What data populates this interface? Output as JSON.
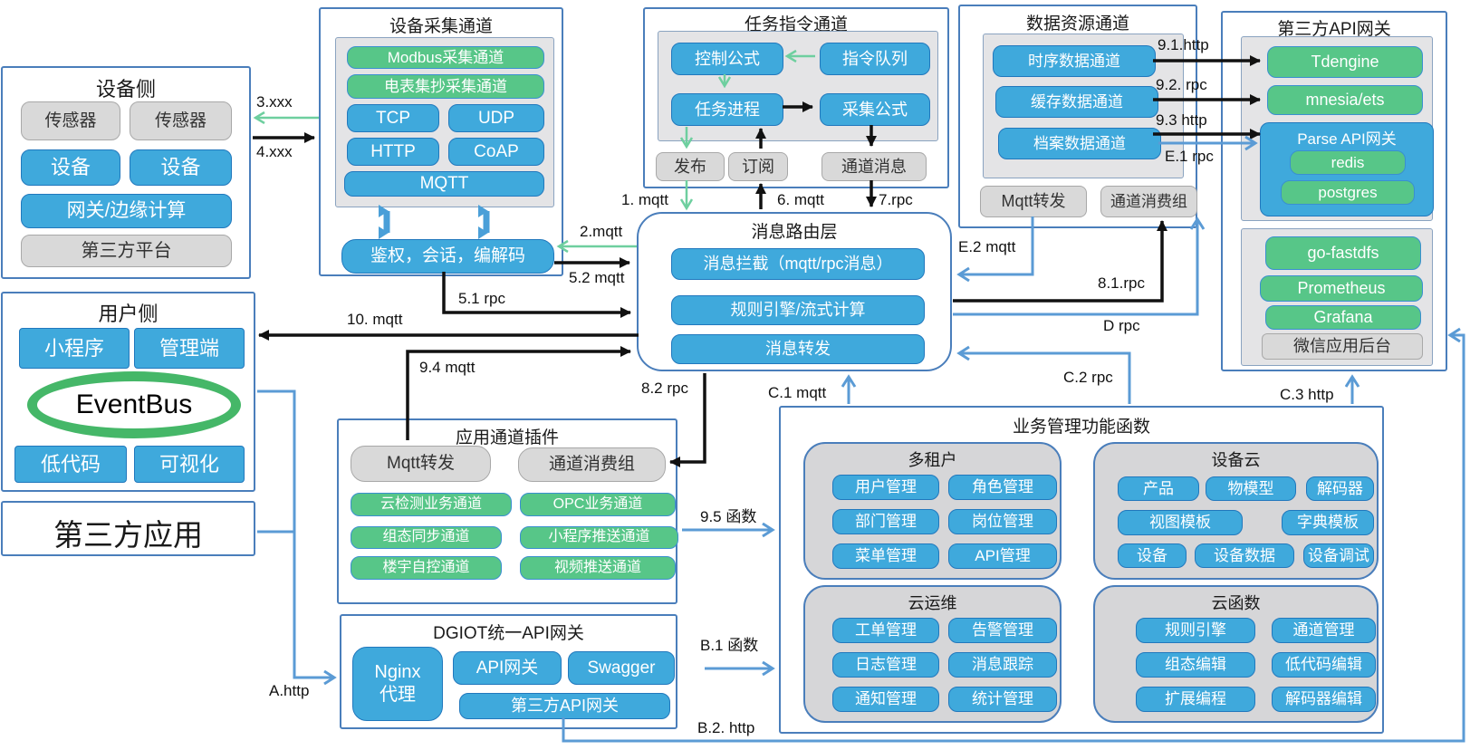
{
  "colors": {
    "node_blue": "#3fa9dc",
    "node_green": "#57c688",
    "node_gray": "#d9d9d9",
    "arrow_black": "#111111",
    "arrow_green": "#6ecf9f",
    "arrow_blue": "#5b9bd5",
    "border_blue": "#4a7ebb"
  },
  "device_side": {
    "title": "设备侧",
    "sensor1": "传感器",
    "sensor2": "传感器",
    "device1": "设备",
    "device2": "设备",
    "gateway": "网关/边缘计算",
    "platform": "第三方平台"
  },
  "collect": {
    "title": "设备采集通道",
    "modbus": "Modbus采集通道",
    "meter": "电表集抄采集通道",
    "tcp": "TCP",
    "udp": "UDP",
    "http": "HTTP",
    "coap": "CoAP",
    "mqtt": "MQTT",
    "auth": "鉴权，会话，编解码"
  },
  "task": {
    "title": "任务指令通道",
    "control": "控制公式",
    "queue": "指令队列",
    "process": "任务进程",
    "formula": "采集公式",
    "publish": "发布",
    "subscribe": "订阅",
    "channel_msg": "通道消息"
  },
  "datares": {
    "title": "数据资源通道",
    "ts": "时序数据通道",
    "cache": "缓存数据通道",
    "archive": "档案数据通道",
    "mqtt_fwd": "Mqtt转发",
    "consumer": "通道消费组"
  },
  "gw3": {
    "title": "第三方API网关",
    "tdengine": "Tdengine",
    "mnesia": "mnesia/ets",
    "parse": "Parse API网关",
    "redis": "redis",
    "postgres": "postgres",
    "fastdfs": "go-fastdfs",
    "prometheus": "Prometheus",
    "grafana": "Grafana",
    "wechat": "微信应用后台"
  },
  "router": {
    "title": "消息路由层",
    "intercept": "消息拦截（mqtt/rpc消息）",
    "rules": "规则引擎/流式计算",
    "forward": "消息转发"
  },
  "user_side": {
    "title": "用户侧",
    "mini": "小程序",
    "admin": "管理端",
    "eventbus": "EventBus",
    "lowcode": "低代码",
    "visual": "可视化"
  },
  "third_app": {
    "title": "第三方应用"
  },
  "plugin": {
    "title": "应用通道插件",
    "mqtt_fwd": "Mqtt转发",
    "consumer": "通道消费组",
    "detect": "云检测业务通道",
    "opc": "OPC业务通道",
    "sync": "组态同步通道",
    "mini_push": "小程序推送通道",
    "building": "楼宇自控通道",
    "video": "视频推送通道"
  },
  "dgiot": {
    "title": "DGIOT统一API网关",
    "nginx1": "Nginx",
    "nginx2": "代理",
    "api": "API网关",
    "swagger": "Swagger",
    "third": "第三方API网关"
  },
  "biz": {
    "title": "业务管理功能函数",
    "tenant": {
      "title": "多租户",
      "items": [
        "用户管理",
        "角色管理",
        "部门管理",
        "岗位管理",
        "菜单管理",
        "API管理"
      ]
    },
    "devcloud": {
      "title": "设备云",
      "row1": [
        "产品",
        "物模型",
        "解码器"
      ],
      "row2": [
        "视图模板",
        "字典模板"
      ],
      "row3": [
        "设备",
        "设备数据",
        "设备调试"
      ]
    },
    "ops": {
      "title": "云运维",
      "items": [
        "工单管理",
        "告警管理",
        "日志管理",
        "消息跟踪",
        "通知管理",
        "统计管理"
      ]
    },
    "func": {
      "title": "云函数",
      "items": [
        "规则引擎",
        "通道管理",
        "组态编辑",
        "低代码编辑",
        "扩展编程",
        "解码器编辑"
      ]
    }
  },
  "labels": {
    "x3": "3.xxx",
    "x4": "4.xxx",
    "m1": "1. mqtt",
    "m2": "2.mqtt",
    "m52": "5.2 mqtt",
    "r51": "5.1 rpc",
    "m6": "6. mqtt",
    "r7": "7.rpc",
    "m10": "10. mqtt",
    "m94": "9.4 mqtt",
    "r82": "8.2 rpc",
    "h91": "9.1.http",
    "r92": "9.2. rpc",
    "h93": "9.3 http",
    "e1": "E.1 rpc",
    "e2": "E.2 mqtt",
    "r81": "8.1.rpc",
    "d": "D rpc",
    "c1": "C.1 mqtt",
    "c2": "C.2 rpc",
    "c3": "C.3 http",
    "f95": "9.5 函数",
    "fb1": "B.1 函数",
    "hb2": "B.2. http",
    "ha": "A.http"
  }
}
